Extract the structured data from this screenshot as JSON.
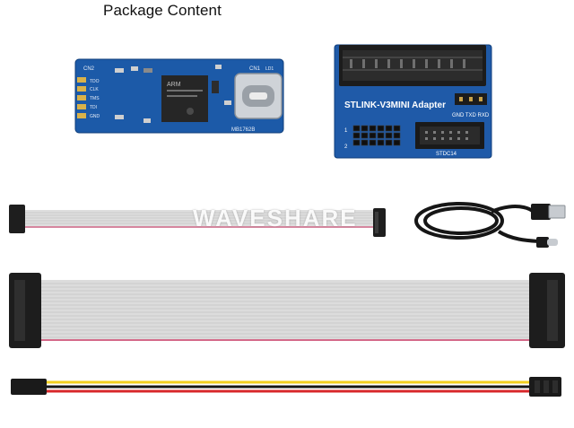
{
  "title": "Package Content",
  "watermark": "WAVESHARE",
  "board": {
    "labels": {
      "cn2": "CN2",
      "cn1": "CN1",
      "tdo": "TDO",
      "clk": "CLK",
      "tms": "TMS",
      "tdi": "TDI",
      "gnd": "GND",
      "ld1": "LD1",
      "chip_brand": "ARM",
      "model": "MB1762B"
    }
  },
  "adapter": {
    "title": "STLINK-V3MINI Adapter",
    "pin_labels": "GND TXD RXD",
    "connector_label": "STDC14",
    "pin_num_1": "1",
    "pin_num_2": "2"
  }
}
